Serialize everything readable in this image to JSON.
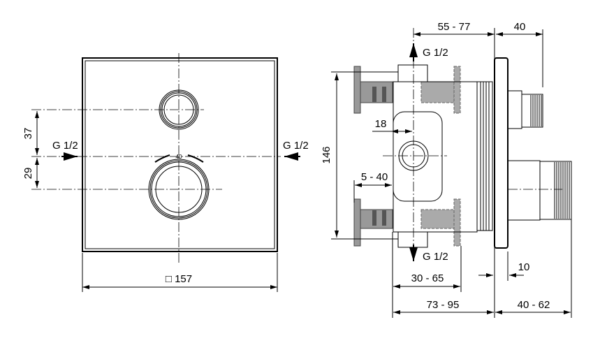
{
  "front_view": {
    "inlet_left": "G 1/2",
    "inlet_right": "G 1/2",
    "dim_upper": "37",
    "dim_lower": "29",
    "dim_width": "□ 157",
    "scale_mark": "40"
  },
  "side_view": {
    "dim_top_depth": "55 - 77",
    "dim_top_knob": "40",
    "dim_height": "146",
    "dim_offset": "18",
    "dim_bracket": "5 - 40",
    "outlet_top": "G 1/2",
    "outlet_bottom": "G 1/2",
    "dim_plate": "10",
    "dim_30_65": "30 - 65",
    "dim_73_95": "73 - 95",
    "dim_40_62": "40 - 62"
  }
}
